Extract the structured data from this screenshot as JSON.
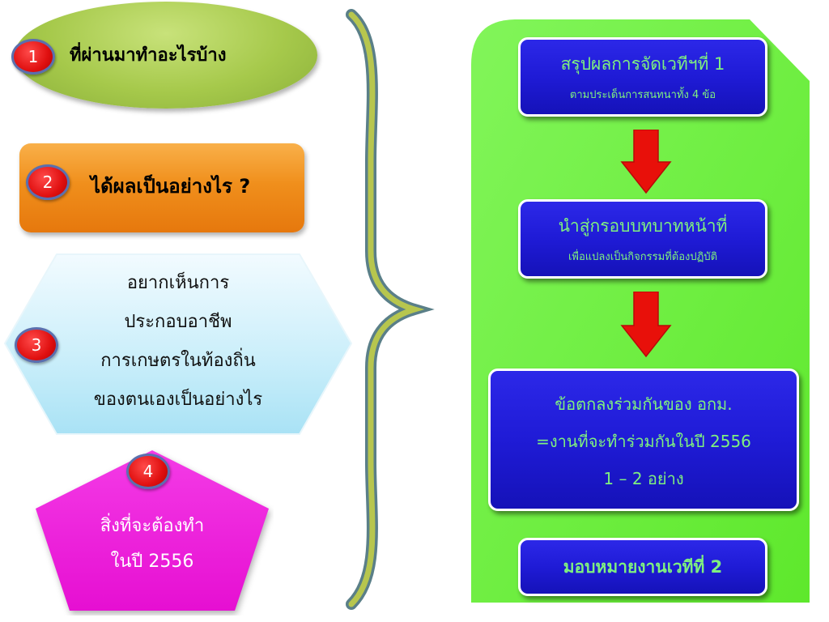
{
  "left_items": [
    {
      "number": "1",
      "label": "ที่ผ่านมาทำอะไรบ้าง"
    },
    {
      "number": "2",
      "label": "ได้ผลเป็นอย่างไร ?"
    },
    {
      "number": "3",
      "lines": [
        "อยากเห็นการ",
        "ประกอบอาชีพ",
        "การเกษตรในท้องถิ่น",
        "ของตนเองเป็นอย่างไร"
      ]
    },
    {
      "number": "4",
      "lines": [
        "สิ่งที่จะต้องทำ",
        "ในปี 2556"
      ]
    }
  ],
  "flow": {
    "step1": {
      "title": "สรุปผลการจัดเวทีฯที่ 1",
      "subtitle": "ตามประเด็นการสนทนาทั้ง 4 ข้อ"
    },
    "step2": {
      "title": "นำสู่กรอบบทบาทหน้าที่",
      "subtitle": "เพื่อแปลงเป็นกิจกรรมที่ต้องปฏิบัติ"
    },
    "step3": {
      "lines": [
        "ข้อตกลงร่วมกันของ อกม.",
        "=งานที่จะทำร่วมกันในปี 2556",
        "1 – 2 อย่าง"
      ]
    },
    "step4": {
      "title": "มอบหมายงานเวทีที่ 2"
    }
  },
  "colors": {
    "panel_green": "#6ef03a",
    "box_blue": "#1f1bd6",
    "box_text_green": "#7ff07f",
    "arrow_red": "#e8100a",
    "pentagon_magenta": "#f21ee0",
    "hexagon_cyan": "#bfeaf8"
  },
  "icons": [
    "down-arrow-icon",
    "right-brace-icon"
  ]
}
